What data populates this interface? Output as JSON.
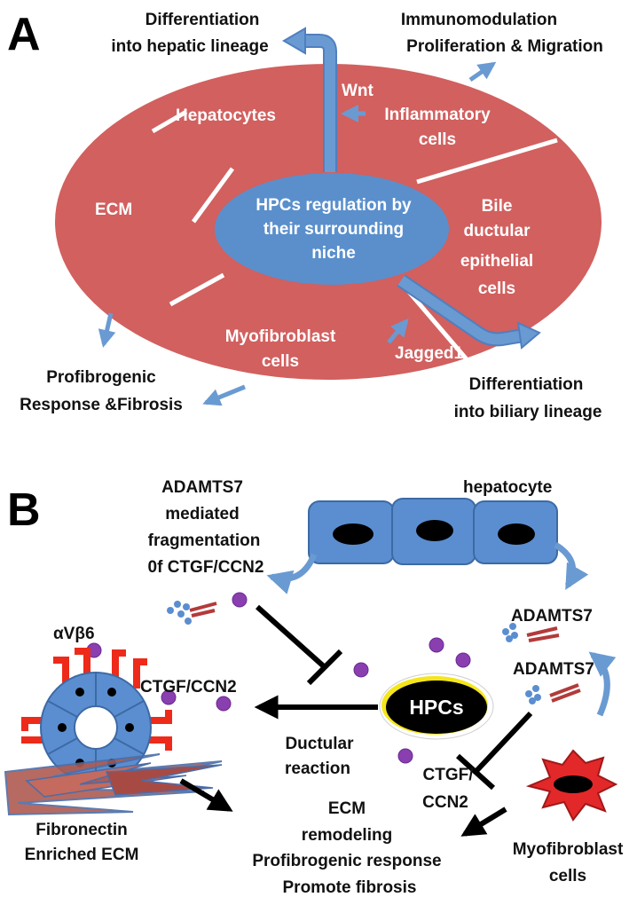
{
  "panel_a": {
    "letter": "A",
    "center_label": [
      "HPCs regulation by",
      "their surrounding",
      "niche"
    ],
    "sectors": {
      "hepatocytes": "Hepatocytes",
      "inflammatory": [
        "Inflammatory",
        "cells"
      ],
      "ecm": "ECM",
      "bile": [
        "Bile",
        "ductular",
        "epithelial",
        "cells"
      ],
      "myofibroblast": [
        "Myofibroblast",
        "cells"
      ]
    },
    "signals": {
      "wnt": "Wnt",
      "jagged": "Jagged1"
    },
    "outcomes": {
      "hepatic": [
        "Differentiation",
        "into hepatic lineage"
      ],
      "immuno": [
        "Immunomodulation",
        "Proliferation & Migration"
      ],
      "fibrosis": [
        "Profibrogenic",
        "Response &Fibrosis"
      ],
      "biliary": [
        "Differentiation",
        "into biliary lineage"
      ]
    }
  },
  "panel_b": {
    "letter": "B",
    "hepatocyte": "hepatocyte",
    "adamts_note": [
      "ADAMTS7",
      "mediated",
      "fragmentation",
      "0f CTGF/CCN2"
    ],
    "adamts7_1": "ADAMTS7",
    "adamts7_2": "ADAMTS7",
    "integrin": "αVβ6",
    "ctgf": "CTGF/CCN2",
    "hpcs": "HPCs",
    "ductular": [
      "Ductular",
      "reaction"
    ],
    "ctgf_split": [
      "CTGF/",
      "CCN2"
    ],
    "fibronectin": [
      "Fibronectin",
      "Enriched ECM"
    ],
    "ecm_outcome": [
      "ECM",
      "remodeling",
      "Profibrogenic response",
      "Promote fibrosis"
    ],
    "myofibroblast": [
      "Myofibroblast",
      "cells"
    ]
  },
  "colors": {
    "sector_red": "#d1605f",
    "center_blue": "#5a8fcc",
    "arrow_blue": "#6a9ad2",
    "cell_blue": "#5b8ed0",
    "receptor_red": "#ee2a1a",
    "dot_purple": "#8a3fb0",
    "hpc_yellow": "#f5e61c"
  }
}
